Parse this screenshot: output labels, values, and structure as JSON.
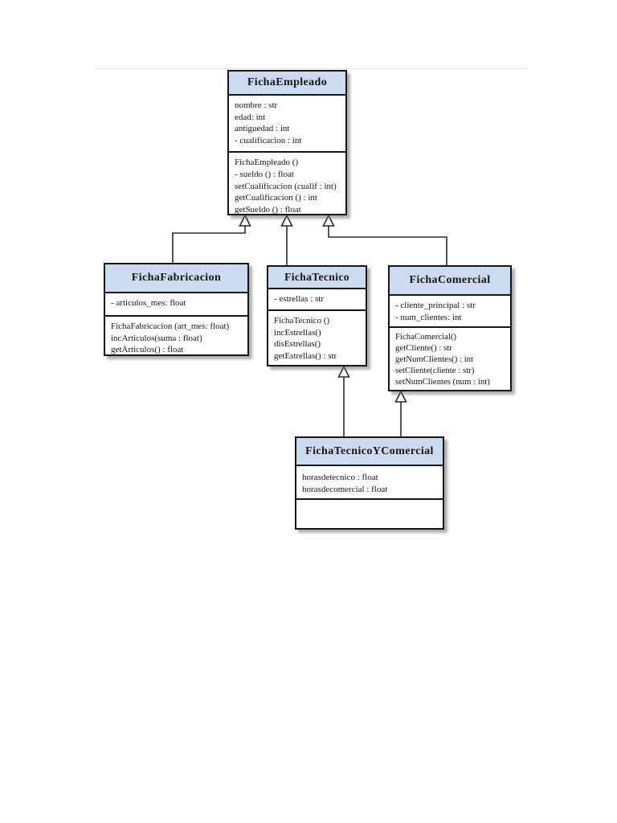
{
  "diagram": {
    "kind": "uml-class-diagram",
    "accent_color": "#cbdbf0",
    "border_color": "#161616",
    "classes": {
      "empleado": {
        "name": "FichaEmpleado",
        "attributes": [
          "nombre : str",
          "edad: int",
          "antiguedad : int",
          "- cualificacion : int"
        ],
        "methods": [
          "FichaEmpleado ()",
          "- sueldo () : float",
          "setCualificacion (cualif : int)",
          "getCualificacion () : int",
          "getSueldo () : float"
        ]
      },
      "fabricacion": {
        "name": "FichaFabricacion",
        "attributes": [
          "- articulos_mes: float"
        ],
        "methods": [
          "FichaFabricacion (art_mes: float)",
          "incArticulos(suma : float)",
          "getArticulos() : float"
        ]
      },
      "tecnico": {
        "name": "FichaTecnico",
        "attributes": [
          "- estrellas : str"
        ],
        "methods": [
          "FichaTecnico ()",
          "incEstrellas()",
          "disEstrellas()",
          "getEstrellas() : str"
        ]
      },
      "comercial": {
        "name": "FichaComercial",
        "attributes": [
          "- cliente_principal : str",
          "- num_clientes: int"
        ],
        "methods": [
          "FichaComercial()",
          "getCliente() : str",
          "getNumClientes() : int",
          "setCliente(cliente : str)",
          "setNumClientes (num : int)"
        ]
      },
      "tecnicoYComercial": {
        "name": "FichaTecnicoYComercial",
        "attributes": [
          "horasdetecnico : float",
          "horasdecomercial : float"
        ],
        "methods": []
      }
    },
    "relationships": [
      {
        "type": "generalization",
        "child": "FichaFabricacion",
        "parent": "FichaEmpleado"
      },
      {
        "type": "generalization",
        "child": "FichaTecnico",
        "parent": "FichaEmpleado"
      },
      {
        "type": "generalization",
        "child": "FichaComercial",
        "parent": "FichaEmpleado"
      },
      {
        "type": "generalization",
        "child": "FichaTecnicoYComercial",
        "parent": "FichaTecnico"
      },
      {
        "type": "generalization",
        "child": "FichaTecnicoYComercial",
        "parent": "FichaComercial"
      }
    ]
  }
}
